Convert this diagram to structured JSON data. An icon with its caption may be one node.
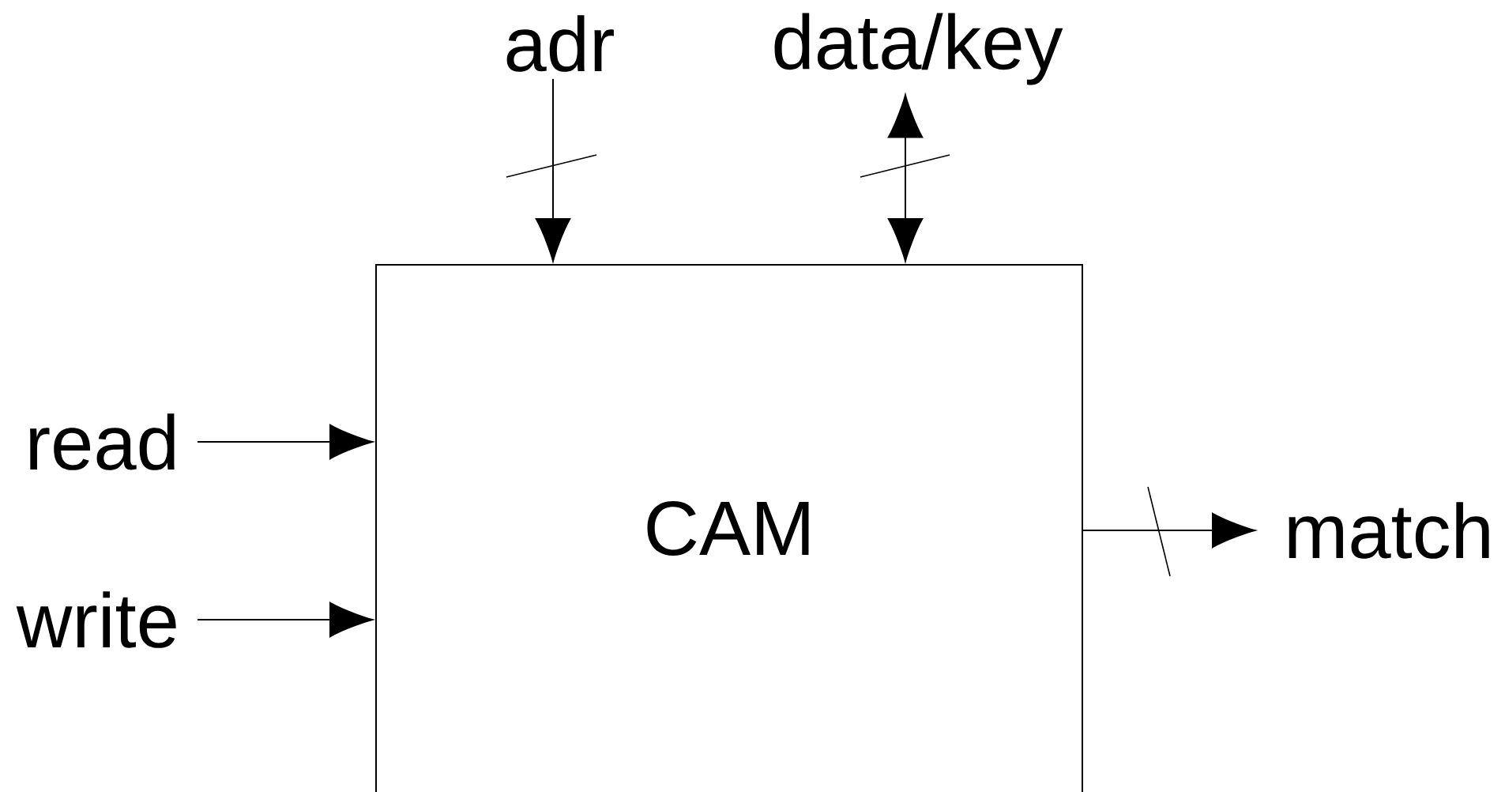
{
  "diagram": {
    "nodes": [
      {
        "text": [
          "CAM"
        ]
      },
      {
        "text": [
          "adr"
        ]
      },
      {
        "text": [
          "data/key"
        ]
      },
      {
        "text": [
          "read"
        ]
      },
      {
        "text": [
          "write"
        ]
      },
      {
        "text": [
          "match"
        ]
      }
    ],
    "edges": [
      {
        "from": 1,
        "to": 0,
        "arrow": "to"
      },
      {
        "from": 2,
        "to": 0,
        "arrow": "both"
      },
      {
        "from": 3,
        "to": 0,
        "arrow": "to"
      },
      {
        "from": 4,
        "to": 0,
        "arrow": "to"
      },
      {
        "from": 0,
        "to": 5,
        "arrow": "to"
      }
    ]
  }
}
